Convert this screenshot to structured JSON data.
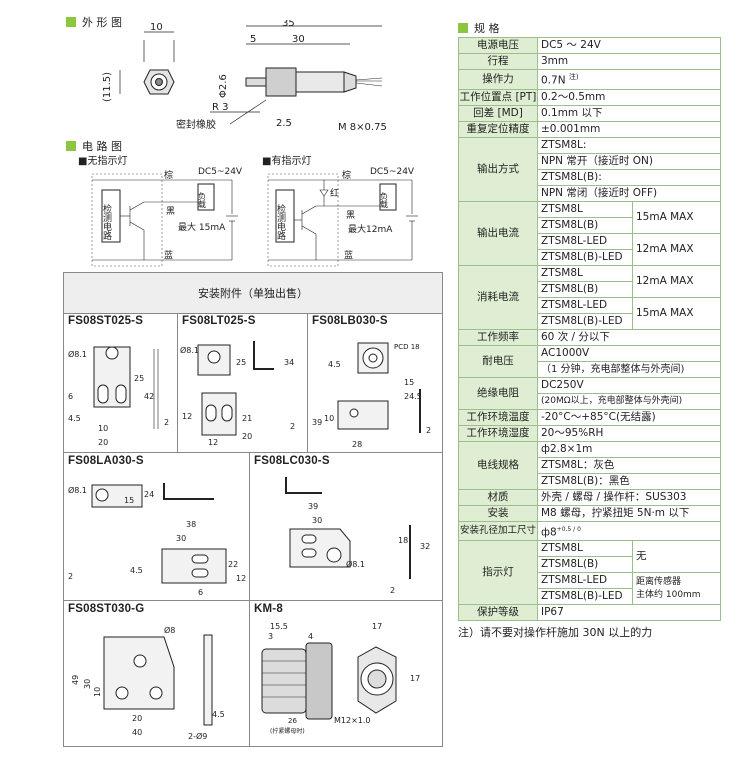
{
  "sections": {
    "outline": "外 形 图",
    "circuit": "电 路 图",
    "spec": "规 格"
  },
  "outline": {
    "dims": {
      "d10": "10",
      "d115": "(11.5)",
      "d35": "35",
      "d5": "5",
      "d30": "30",
      "phi26": "Φ2.6",
      "r3": "R 3",
      "d25": "2.5",
      "m8": "M 8×0.75"
    },
    "seal_label": "密封橡胶"
  },
  "circuit": {
    "left_title": "■无指示灯",
    "right_title": "■有指示灯",
    "brown": "棕",
    "black": "黑",
    "blue": "蓝",
    "dc": "DC5~24V",
    "load": "负载",
    "detect": "检测电路",
    "max_left": "最大 15mA",
    "max_right": "最大12mA",
    "red": "红"
  },
  "accessories": {
    "title": "安装附件（单独出售）",
    "models": [
      "FS08ST025-S",
      "FS08LT025-S",
      "FS08LB030-S",
      "FS08LA030-S",
      "FS08LC030-S",
      "FS08ST030-G",
      "KM-8"
    ],
    "dims": {
      "st025": [
        "Ø8.1",
        "25",
        "42",
        "6",
        "4.5",
        "10",
        "20",
        "2"
      ],
      "lt025": [
        "Ø8.1",
        "25",
        "34",
        "12",
        "21",
        "12",
        "20",
        "2"
      ],
      "lb030": [
        "PCD 18",
        "4.5",
        "15",
        "24.5",
        "39",
        "10",
        "28",
        "2"
      ],
      "la030": [
        "Ø8.1",
        "15",
        "24",
        "38",
        "30",
        "22",
        "12",
        "4.5",
        "6",
        "2"
      ],
      "lc030": [
        "39",
        "30",
        "Ø8.1",
        "18",
        "32",
        "2"
      ],
      "st030g": [
        "Ø8",
        "49",
        "30",
        "10",
        "20",
        "40",
        "4.5",
        "2-Ø9"
      ],
      "km8": [
        "15.5",
        "3",
        "4",
        "17",
        "26",
        "(拧紧螺母时)",
        "M12×1.0",
        "17"
      ]
    }
  },
  "spec": {
    "rows": [
      {
        "label": "电源电压",
        "value": "DC5 ～ 24V"
      },
      {
        "label": "行程",
        "value": "3mm"
      },
      {
        "label": "操作力",
        "value": "0.7N",
        "sup": "注)"
      },
      {
        "label": "工作位置点 [PT]",
        "value": "0.2～0.5mm"
      },
      {
        "label": "回差 [MD]",
        "value": "0.1mm 以下"
      },
      {
        "label": "重复定位精度",
        "value": "±0.001mm"
      }
    ],
    "output_mode": {
      "label": "输出方式",
      "lines": [
        "ZTSM8L:",
        "NPN 常开（接近时 ON)",
        "ZTSM8L(B):",
        "NPN 常闭（接近时 OFF)"
      ]
    },
    "output_current": {
      "label": "输出电流",
      "models": [
        "ZTSM8L",
        "ZTSM8L(B)",
        "ZTSM8L-LED",
        "ZTSM8L(B)-LED"
      ],
      "values": [
        "15mA MAX",
        "12mA MAX"
      ]
    },
    "consumption": {
      "label": "消耗电流",
      "models": [
        "ZTSM8L",
        "ZTSM8L(B)",
        "ZTSM8L-LED",
        "ZTSM8L(B)-LED"
      ],
      "values": [
        "12mA MAX",
        "15mA MAX"
      ]
    },
    "rows2": [
      {
        "label": "工作频率",
        "value": "60 次 / 分以下"
      }
    ],
    "withstand": {
      "label": "耐电压",
      "lines": [
        "AC1000V",
        "（1 分钟，充电部整体与外壳间)"
      ]
    },
    "insulation": {
      "label": "绝缘电阻",
      "lines": [
        "DC250V",
        "(20MΩ以上，充电部整体与外壳间)"
      ]
    },
    "rows3": [
      {
        "label": "工作环境温度",
        "value": "-20°C～+85°C(无结露)"
      },
      {
        "label": "工作环境湿度",
        "value": "20～95%RH"
      }
    ],
    "wire": {
      "label": "电线规格",
      "lines": [
        "ф2.8×1m",
        "ZTSM8L：灰色",
        "ZTSM8L(B)：黑色"
      ]
    },
    "rows4": [
      {
        "label": "材质",
        "value": "外壳 / 螺母 / 操作杆：SUS303"
      },
      {
        "label": "安装",
        "value": "M8 螺母，拧紧扭矩 5N·m 以下"
      },
      {
        "label": "安装孔径加工尺寸",
        "value": "ф8",
        "sup": "+0.5 / 0"
      }
    ],
    "indicator": {
      "label": "指示灯",
      "models": [
        "ZTSM8L",
        "ZTSM8L(B)",
        "ZTSM8L-LED",
        "ZTSM8L(B)-LED"
      ],
      "values": [
        "无",
        "距离传感器",
        "主体约 100mm"
      ]
    },
    "rows5": [
      {
        "label": "保护等级",
        "value": "IP67"
      }
    ]
  },
  "note": "注）请不要对操作杆施加 30N 以上的力"
}
